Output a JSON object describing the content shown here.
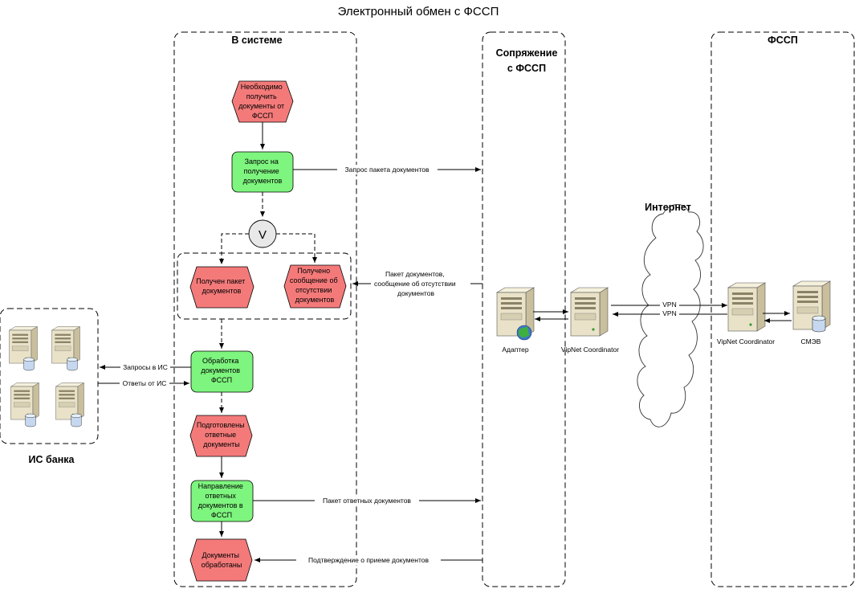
{
  "title": "Электронный обмен с ФССП",
  "lanes": {
    "system": "В системе",
    "gateway_line1": "Сопряжение",
    "gateway_line2": "с ФССП",
    "fssp": "ФССП",
    "bank": "ИС банка",
    "internet": "Интернет"
  },
  "nodes": {
    "need_docs": [
      "Необходимо",
      "получить",
      "документы от",
      "ФССП"
    ],
    "request_docs": [
      "Запрос на",
      "получение",
      "документов"
    ],
    "xor": "V",
    "got_package": [
      "Получен пакет",
      "документов"
    ],
    "got_absence": [
      "Получено",
      "сообщение об",
      "отсутствии",
      "документов"
    ],
    "process_docs": [
      "Обработка",
      "документов",
      "ФССП"
    ],
    "prepared_docs": [
      "Подготовлены",
      "ответные",
      "документы"
    ],
    "send_docs": [
      "Направление",
      "ответных",
      "документов в",
      "ФССП"
    ],
    "docs_processed": [
      "Документы",
      "обработаны"
    ]
  },
  "arrows": {
    "request_package": "Запрос пакета документов",
    "package_or_absence": [
      "Пакет документов,",
      "сообщение об отсутствии",
      "документов"
    ],
    "requests_to_is": "Запросы в ИС",
    "answers_from_is": "Ответы от ИС",
    "reply_package": "Пакет ответных документов",
    "confirmation": "Подтверждение о приеме документов",
    "vpn_1": "VPN",
    "vpn_2": "VPN"
  },
  "devices": {
    "adapter": "Адаптер",
    "vipnet_gateway": "VipNet Coordinator",
    "vipnet_fssp": "VipNet Coordinator",
    "smev": "СМЭВ"
  },
  "colors": {
    "event": "#f47a7a",
    "function": "#7ef57e",
    "connector": "#e8e8e8"
  }
}
